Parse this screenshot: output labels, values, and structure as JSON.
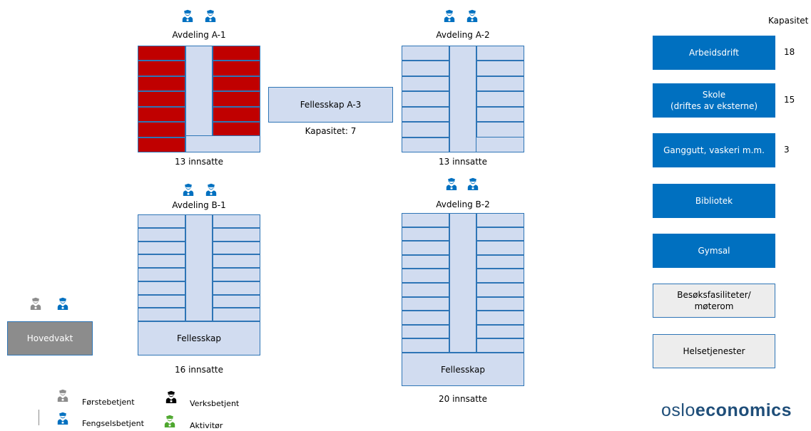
{
  "colors": {
    "officer_blue": "#0070c0",
    "officer_grey": "#8c8c8c",
    "officer_black": "#000000",
    "officer_green": "#4ea72e",
    "occupied_cell": "#c00000",
    "cell_fill": "#d1dcf0",
    "outline": "#2e75b6",
    "activity_fill": "#0070c0",
    "guard_fill": "#8c8c8c"
  },
  "units": {
    "a1": {
      "name": "Avdeling A-1",
      "count": "13 innsatte"
    },
    "a2": {
      "name": "Avdeling A-2",
      "count": "13 innsatte"
    },
    "b1": {
      "name": "Avdeling B-1",
      "count": "16 innsatte",
      "common": "Fellesskap"
    },
    "b2": {
      "name": "Avdeling B-2",
      "count": "20 innsatte",
      "common": "Fellesskap"
    }
  },
  "shared": {
    "name": "Fellesskap A-3",
    "capacity": "Kapasitet: 7"
  },
  "guard": {
    "name": "Hovedvakt"
  },
  "activities": {
    "header": "Kapasitet",
    "items": [
      {
        "label": "Arbeidsdrift",
        "capacity": "18"
      },
      {
        "label": "Skole\n(driftes av eksterne)",
        "capacity": "15"
      },
      {
        "label": "Ganggutt, vaskeri m.m.",
        "capacity": "3"
      },
      {
        "label": "Bibliotek",
        "capacity": ""
      },
      {
        "label": "Gymsal",
        "capacity": ""
      },
      {
        "label": "Besøksfasiliteter/\nmøterom",
        "capacity": ""
      },
      {
        "label": "Helsetjenester",
        "capacity": ""
      }
    ]
  },
  "legend": {
    "forstebetjent": "Førstebetjent",
    "verksbetjent": "Verksbetjent",
    "fengselsbetjent": "Fengselsbetjent",
    "aktivitor": "Aktivitør"
  },
  "brand": {
    "light": "oslo",
    "bold": "economics"
  },
  "icons": [
    "officer-icon"
  ]
}
